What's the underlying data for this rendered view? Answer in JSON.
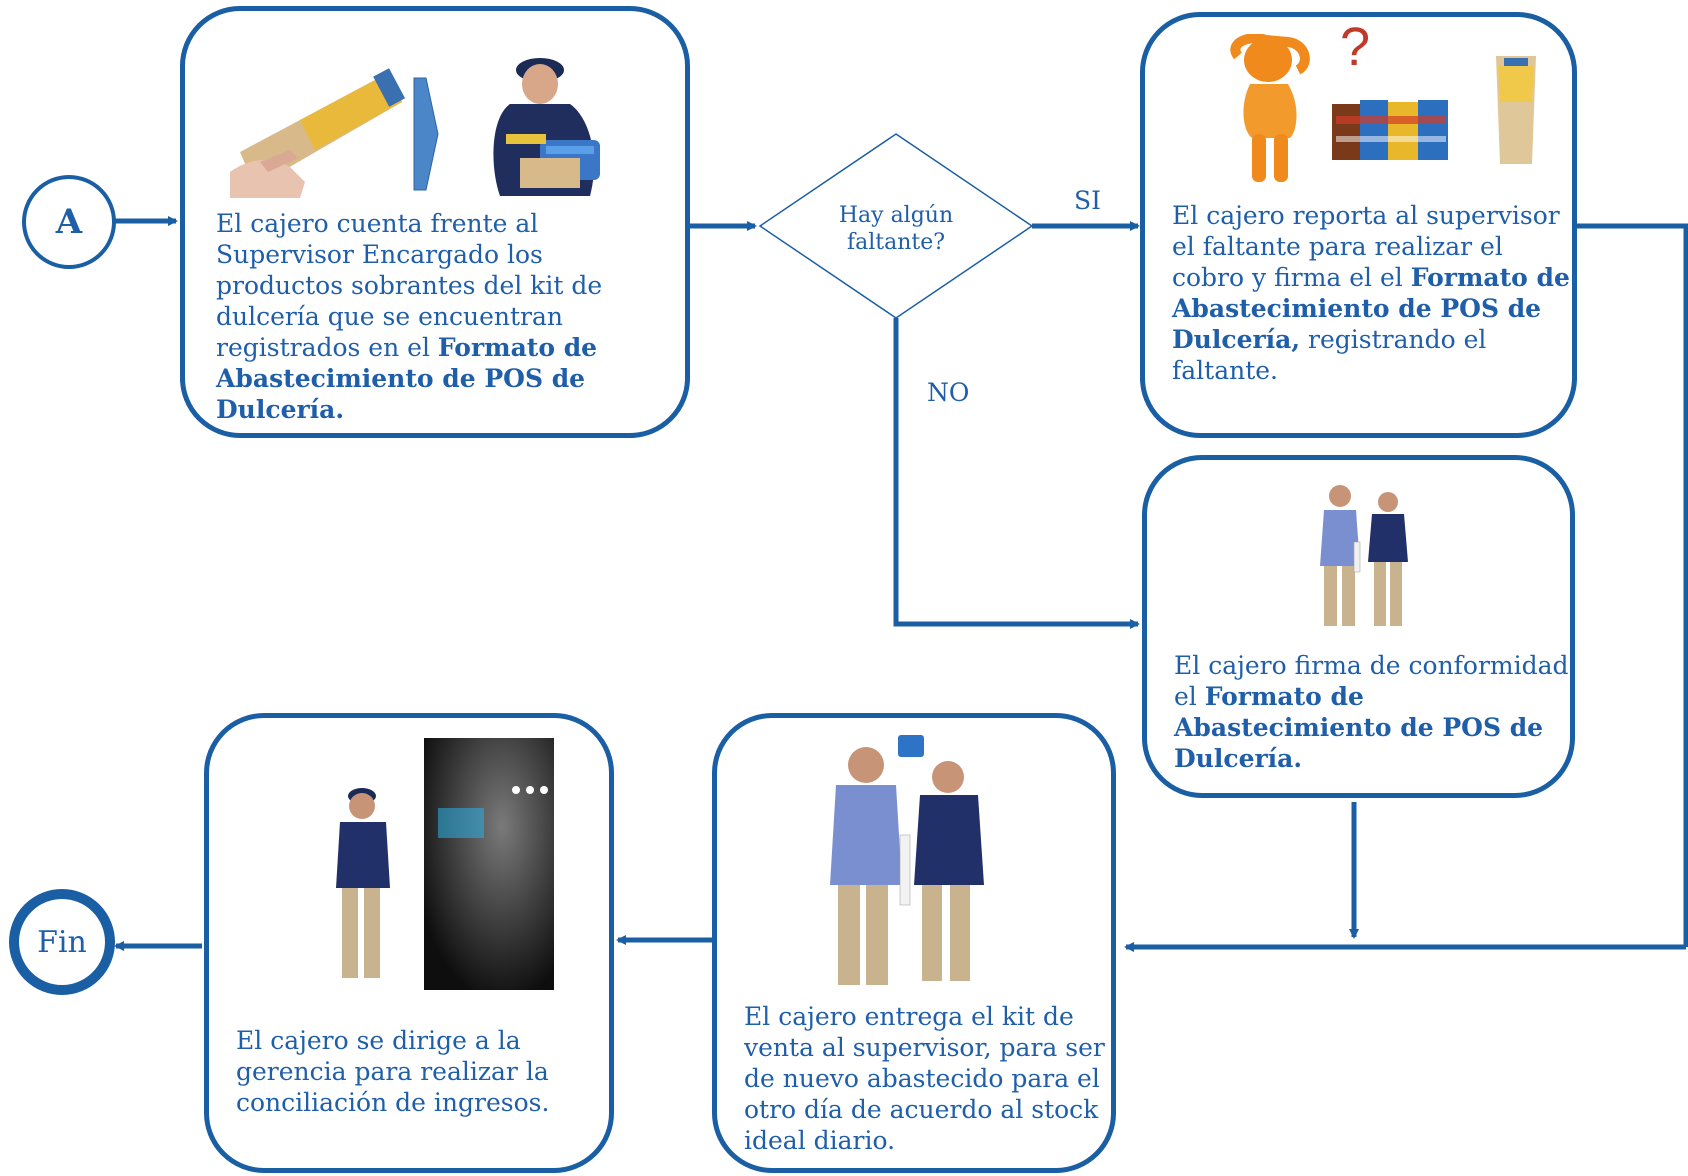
{
  "start_node": {
    "label": "A"
  },
  "end_node": {
    "label": "Fin"
  },
  "decision": {
    "line1": "Hay algún",
    "line2": "faltante?"
  },
  "branch_labels": {
    "yes": "SI",
    "no": "NO"
  },
  "question_mark": "?",
  "step1": {
    "text": "El cajero cuenta frente al Supervisor Encargado los productos sobrantes del kit de dulcería que se encuentran registrados en el ",
    "bold": "Formato de Abastecimiento de POS de Dulcería."
  },
  "step2": {
    "text1": "El cajero reporta al supervisor el faltante para realizar el cobro  y firma el el ",
    "bold": "Formato de Abastecimiento de POS de Dulcería,",
    "text2": " registrando el faltante."
  },
  "step3": {
    "text": "El cajero firma de conformidad el ",
    "bold": "Formato de Abastecimiento de POS de Dulcería."
  },
  "step4": {
    "text": "El cajero entrega el kit de venta al supervisor, para ser de nuevo abastecido para el otro día de acuerdo al stock ideal diario."
  },
  "step5": {
    "text": "El cajero se dirige a la gerencia  para realizar la conciliación de ingresos."
  },
  "colors": {
    "stroke": "#1a5ea4",
    "text": "#1f5ea8",
    "question": "#c0392b"
  }
}
